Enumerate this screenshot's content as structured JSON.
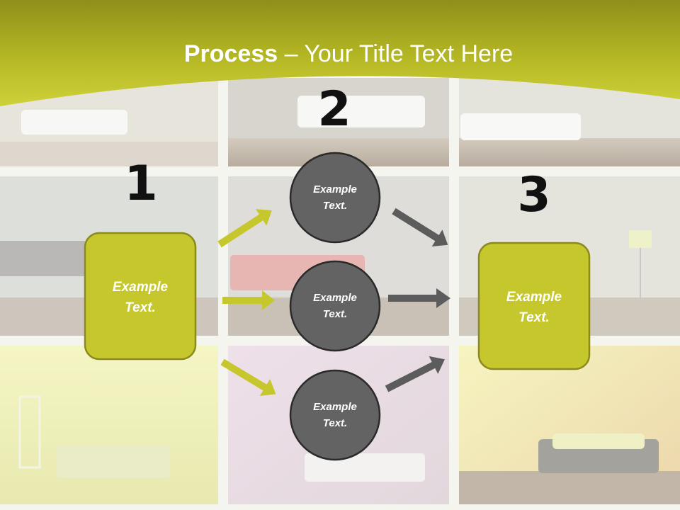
{
  "title": {
    "bold": "Process",
    "rest": " – Your Title Text Here"
  },
  "steps": {
    "one": "1",
    "two": "2",
    "three": "3"
  },
  "left_box": {
    "line1": "Example",
    "line2": "Text."
  },
  "right_box": {
    "line1": "Example",
    "line2": "Text."
  },
  "circles": [
    {
      "line1": "Example",
      "line2": "Text."
    },
    {
      "line1": "Example",
      "line2": "Text."
    },
    {
      "line1": "Example",
      "line2": "Text."
    }
  ],
  "colors": {
    "accent_green": "#c5c72c",
    "box_border": "#8a8a1e",
    "circle_fill": "#636363",
    "circle_border": "#2a2a2a",
    "gray_arrow": "#5c5c5c"
  }
}
